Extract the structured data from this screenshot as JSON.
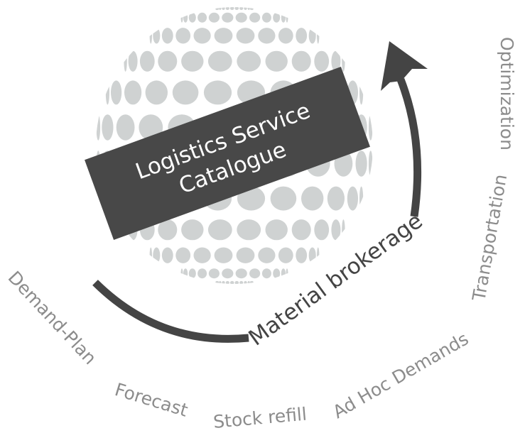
{
  "center_banner": {
    "line1": "Logistics Service",
    "line2": "Catalogue"
  },
  "cycle_label": "Material brokerage",
  "stages": [
    "Demand-Plan",
    "Forecast",
    "Stock refill",
    "Ad Hoc Demands",
    "Transportation",
    "Optimization"
  ],
  "colors": {
    "dots": "#cfd2d2",
    "banner": "#484848",
    "arrow": "#444444",
    "stage_text": "#8c8c8c",
    "label_text": "#444444"
  }
}
